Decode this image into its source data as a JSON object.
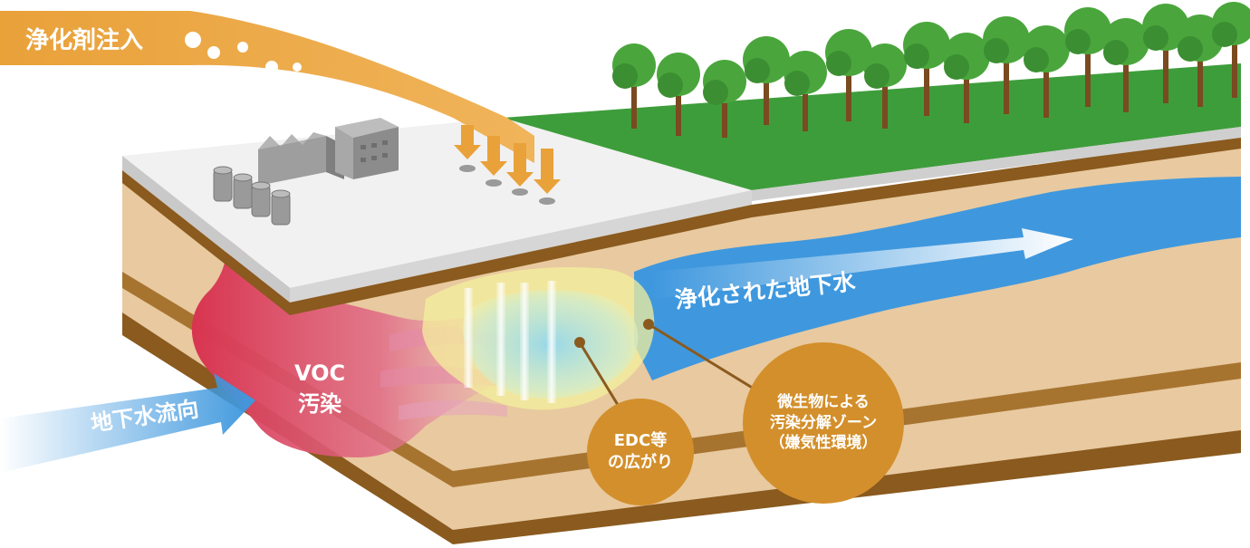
{
  "labels": {
    "injection": "浄化剤注入",
    "voc": [
      "VOC",
      "汚染"
    ],
    "flow_direction": "地下水流向",
    "purified_water": "浄化された地下水",
    "edc": [
      "EDC等",
      "の広がり"
    ],
    "microbe": [
      "微生物による",
      "汚染分解ゾーン",
      "（嫌気性環境）"
    ]
  },
  "colors": {
    "orange": "#e9a13a",
    "bubble": "#d38f2b",
    "water": "#3f98de",
    "voc": "#d8344f",
    "grass": "#3e9d3b",
    "soil": "#e8c9a0",
    "soil_band": "#8a5a1e",
    "surface": "#f1f1f1"
  }
}
